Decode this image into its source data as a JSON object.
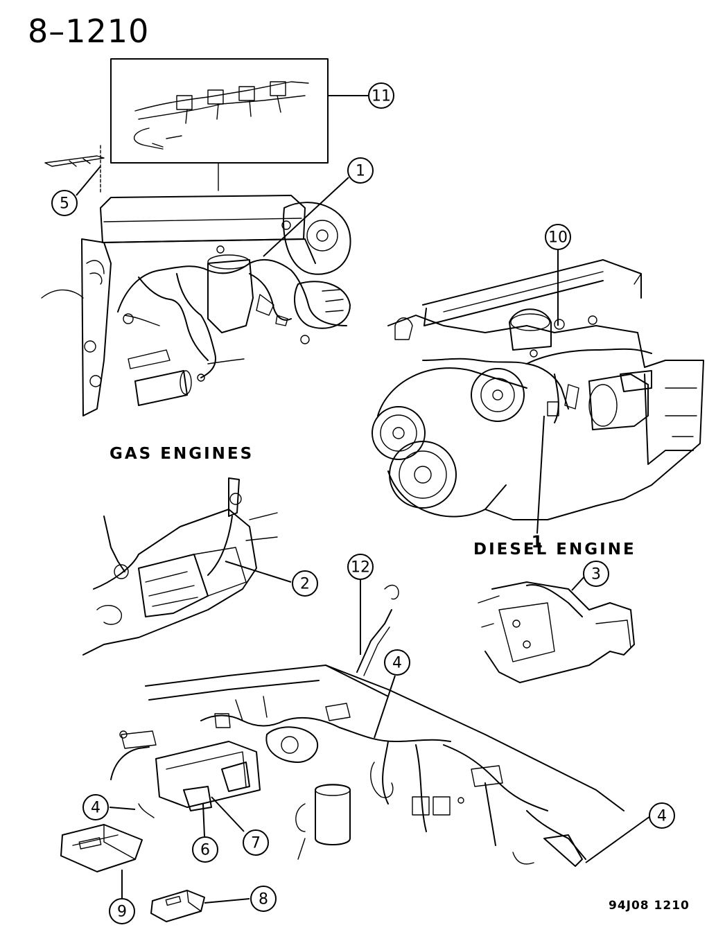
{
  "page_id": "8–1210",
  "labels": {
    "gas": "GAS ENGINES",
    "diesel": "DIESEL ENGINE",
    "figure_code": "94J08  1210"
  },
  "callouts": {
    "c1": "1",
    "c1_diesel": "1",
    "c2": "2",
    "c3": "3",
    "c4a": "4",
    "c4b": "4",
    "c4c": "4",
    "c5": "5",
    "c6": "6",
    "c7": "7",
    "c8": "8",
    "c9": "9",
    "c10": "10",
    "c11": "11",
    "c12": "12"
  }
}
